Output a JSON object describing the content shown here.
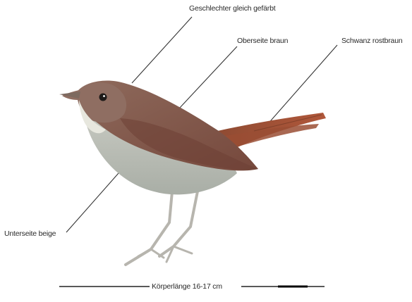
{
  "annotations": {
    "sexes": "Geschlechter gleich gefärbt",
    "upperparts": "Oberseite braun",
    "tail": "Schwanz rostbraun",
    "underparts": "Unterseite beige"
  },
  "body_length": "Körperlänge 16-17 cm",
  "colors": {
    "upperparts": "#8a5a4c",
    "tail": "#a24e30",
    "underparts": "#b8bcb3",
    "throat": "#e7e7de",
    "legs": "#b7b5ae",
    "leader_lines": "#333333"
  }
}
